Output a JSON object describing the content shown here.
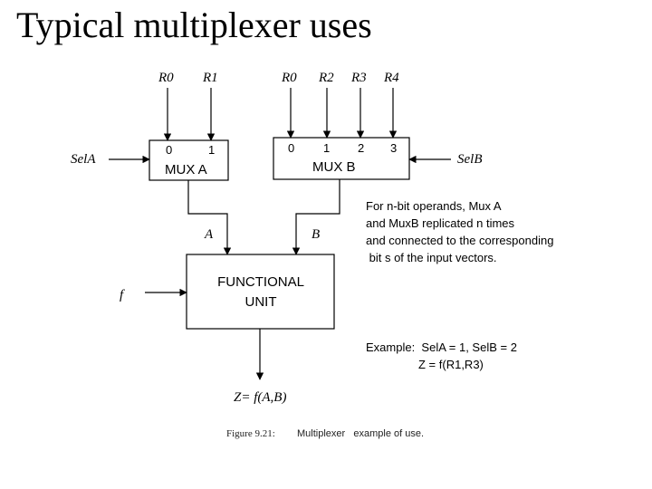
{
  "slide": {
    "title": "Typical multiplexer uses"
  },
  "mux_a": {
    "label": "MUX A",
    "ports": [
      "0",
      "1"
    ],
    "inputs": [
      "R0",
      "R1"
    ],
    "select": "SelA",
    "output": "A"
  },
  "mux_b": {
    "label": "MUX B",
    "ports": [
      "0",
      "1",
      "2",
      "3"
    ],
    "inputs": [
      "R0",
      "R2",
      "R3",
      "R4"
    ],
    "select": "SelB",
    "output": "B"
  },
  "functional_unit": {
    "line1": "FUNCTIONAL",
    "line2": "UNIT",
    "control": "f",
    "output": "Z= f(A,B)"
  },
  "note": {
    "lines": [
      "For n-bit operands, Mux A",
      "and MuxB replicated n times",
      "and connected to the corresponding",
      " bit s of the input vectors."
    ]
  },
  "example": {
    "line1": "Example:  SelA = 1, SelB = 2",
    "line2": "Z = f(R1,R3)"
  },
  "caption": {
    "figure": "Figure 9.21:",
    "text": "Multiplexer   example of use."
  }
}
